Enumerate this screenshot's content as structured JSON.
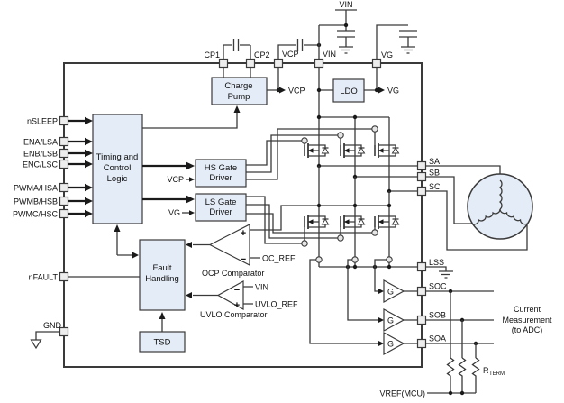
{
  "colors": {
    "wire": "#3a3a3a",
    "block_fill": "#e4ecf7",
    "block_stroke": "#3a3a3a",
    "pin_fill": "#ededed",
    "background": "#ffffff"
  },
  "pins": {
    "left": [
      "nSLEEP",
      "ENA/LSA",
      "ENB/LSB",
      "ENC/LSC",
      "PWMA/HSA",
      "PWMB/HSB",
      "PWMC/HSC",
      "nFAULT",
      "GND"
    ],
    "top": [
      "CP1",
      "CP2",
      "VCP",
      "VIN",
      "VG"
    ],
    "right": [
      "SA",
      "SB",
      "SC",
      "LSS",
      "SOC",
      "SOB",
      "SOA"
    ]
  },
  "blocks": {
    "timing": [
      "Timing and",
      "Control",
      "Logic"
    ],
    "charge_pump": [
      "Charge",
      "Pump"
    ],
    "ldo": "LDO",
    "hs_driver": [
      "HS Gate",
      "Driver"
    ],
    "ls_driver": [
      "LS Gate",
      "Driver"
    ],
    "fault": [
      "Fault",
      "Handling"
    ],
    "tsd": "TSD"
  },
  "nets": {
    "vin_supply": "VIN",
    "vcp_out": "VCP",
    "vg_out": "VG",
    "vcp_in": "VCP",
    "vg_in": "VG",
    "ocp_plus": "+",
    "ocp_minus": "−",
    "oc_ref": "OC_REF",
    "ocp_label": "OCP Comparator",
    "uvlo_minus": "−",
    "uvlo_plus": "+",
    "uvlo_vin": "VIN",
    "uvlo_ref": "UVLO_REF",
    "uvlo_label": "UVLO Comparator",
    "amp_gain": "G",
    "vref": "VREF(MCU)",
    "r_term_base": "R",
    "r_term_sub": "TERM",
    "current_measurement": [
      "Current",
      "Measurement",
      "(to ADC)"
    ]
  }
}
